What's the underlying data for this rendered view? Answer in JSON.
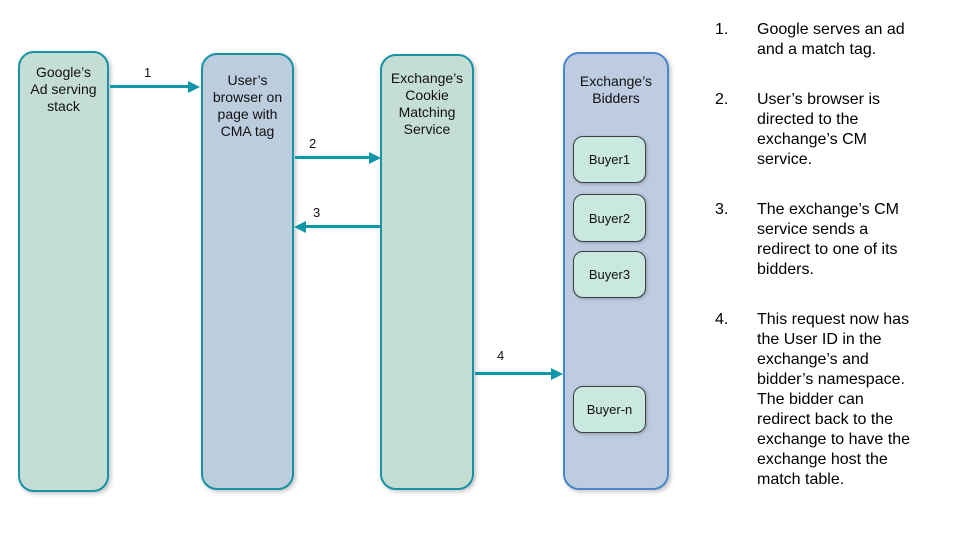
{
  "colors": {
    "teal_border": "#1693a5",
    "arrow_teal": "#0f96a8",
    "green_lane_fill": "#c5ded5",
    "blue_gray_lane_fill": "#bccddd",
    "bidders_lane_fill": "#bdcce0",
    "bidders_border_blue": "#4b87cd",
    "buyer_fill": "#c9e8e0",
    "buyer_border": "#3d3f42",
    "text": "#000000",
    "background": "#ffffff"
  },
  "diagram": {
    "lanes": [
      {
        "label": "Google’s\nAd serving\nstack"
      },
      {
        "label": "User’s\nbrowser on\npage with\nCMA tag"
      },
      {
        "label": "Exchange’s\nCookie\nMatching\nService"
      },
      {
        "label": "Exchange’s\nBidders"
      }
    ],
    "buyers": [
      {
        "label": "Buyer1"
      },
      {
        "label": "Buyer2"
      },
      {
        "label": "Buyer3"
      },
      {
        "label": "Buyer-n"
      }
    ],
    "arrows": [
      {
        "label": "1"
      },
      {
        "label": "2"
      },
      {
        "label": "3"
      },
      {
        "label": "4"
      }
    ]
  },
  "steps": [
    {
      "num": "1.",
      "text": "Google serves an ad\nand a match tag."
    },
    {
      "num": "2.",
      "text": "User’s browser is\ndirected to the\nexchange’s CM\nservice."
    },
    {
      "num": "3.",
      "text": "The exchange’s CM\nservice sends a\nredirect to one of its\nbidders."
    },
    {
      "num": "4.",
      "text": "This request now has\nthe User ID in the\nexchange’s and\nbidder’s namespace.\nThe bidder can\nredirect back to the\nexchange to have the\nexchange host the\nmatch table."
    }
  ]
}
